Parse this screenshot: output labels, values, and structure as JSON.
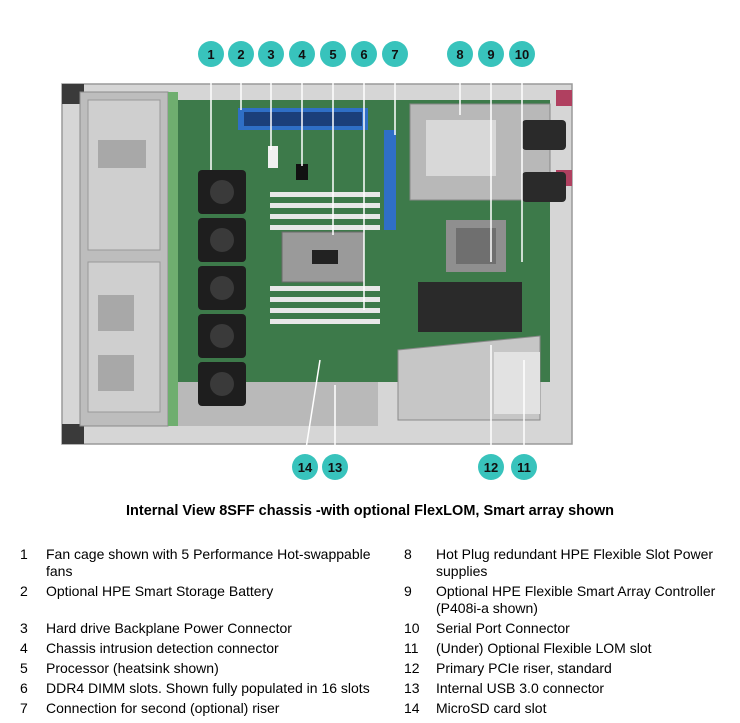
{
  "figure": {
    "callouts": [
      "1",
      "2",
      "3",
      "4",
      "5",
      "6",
      "7",
      "8",
      "9",
      "10",
      "11",
      "12",
      "13",
      "14"
    ],
    "colors": {
      "callout_fill": "#38c3bc",
      "board_green": "#3d7a4a",
      "chassis_gray": "#c9c9c9",
      "fan_black": "#1e1e1e",
      "riser_blue": "#2f6fc6"
    }
  },
  "caption": "Internal View 8SFF chassis -with optional FlexLOM, Smart array shown",
  "legend": {
    "left": [
      {
        "num": "1",
        "text": "Fan cage shown with 5 Performance Hot-swappable fans"
      },
      {
        "num": "2",
        "text": "Optional HPE Smart Storage Battery"
      },
      {
        "num": "3",
        "text": "Hard drive Backplane Power Connector"
      },
      {
        "num": "4",
        "text": "Chassis intrusion detection connector"
      },
      {
        "num": "5",
        "text": "Processor (heatsink shown)"
      },
      {
        "num": "6",
        "text": "DDR4 DIMM slots. Shown fully populated in 16 slots"
      },
      {
        "num": "7",
        "text": "Connection for second (optional) riser"
      }
    ],
    "right": [
      {
        "num": "8",
        "text": "Hot Plug redundant HPE Flexible Slot Power supplies"
      },
      {
        "num": "9",
        "text": "Optional HPE Flexible Smart Array Controller (P408i-a shown)"
      },
      {
        "num": "10",
        "text": "Serial Port Connector"
      },
      {
        "num": "11",
        "text": "(Under) Optional Flexible LOM slot"
      },
      {
        "num": "12",
        "text": "Primary PCIe riser, standard"
      },
      {
        "num": "13",
        "text": "Internal USB 3.0 connector"
      },
      {
        "num": "14",
        "text": "MicroSD card slot"
      }
    ]
  }
}
